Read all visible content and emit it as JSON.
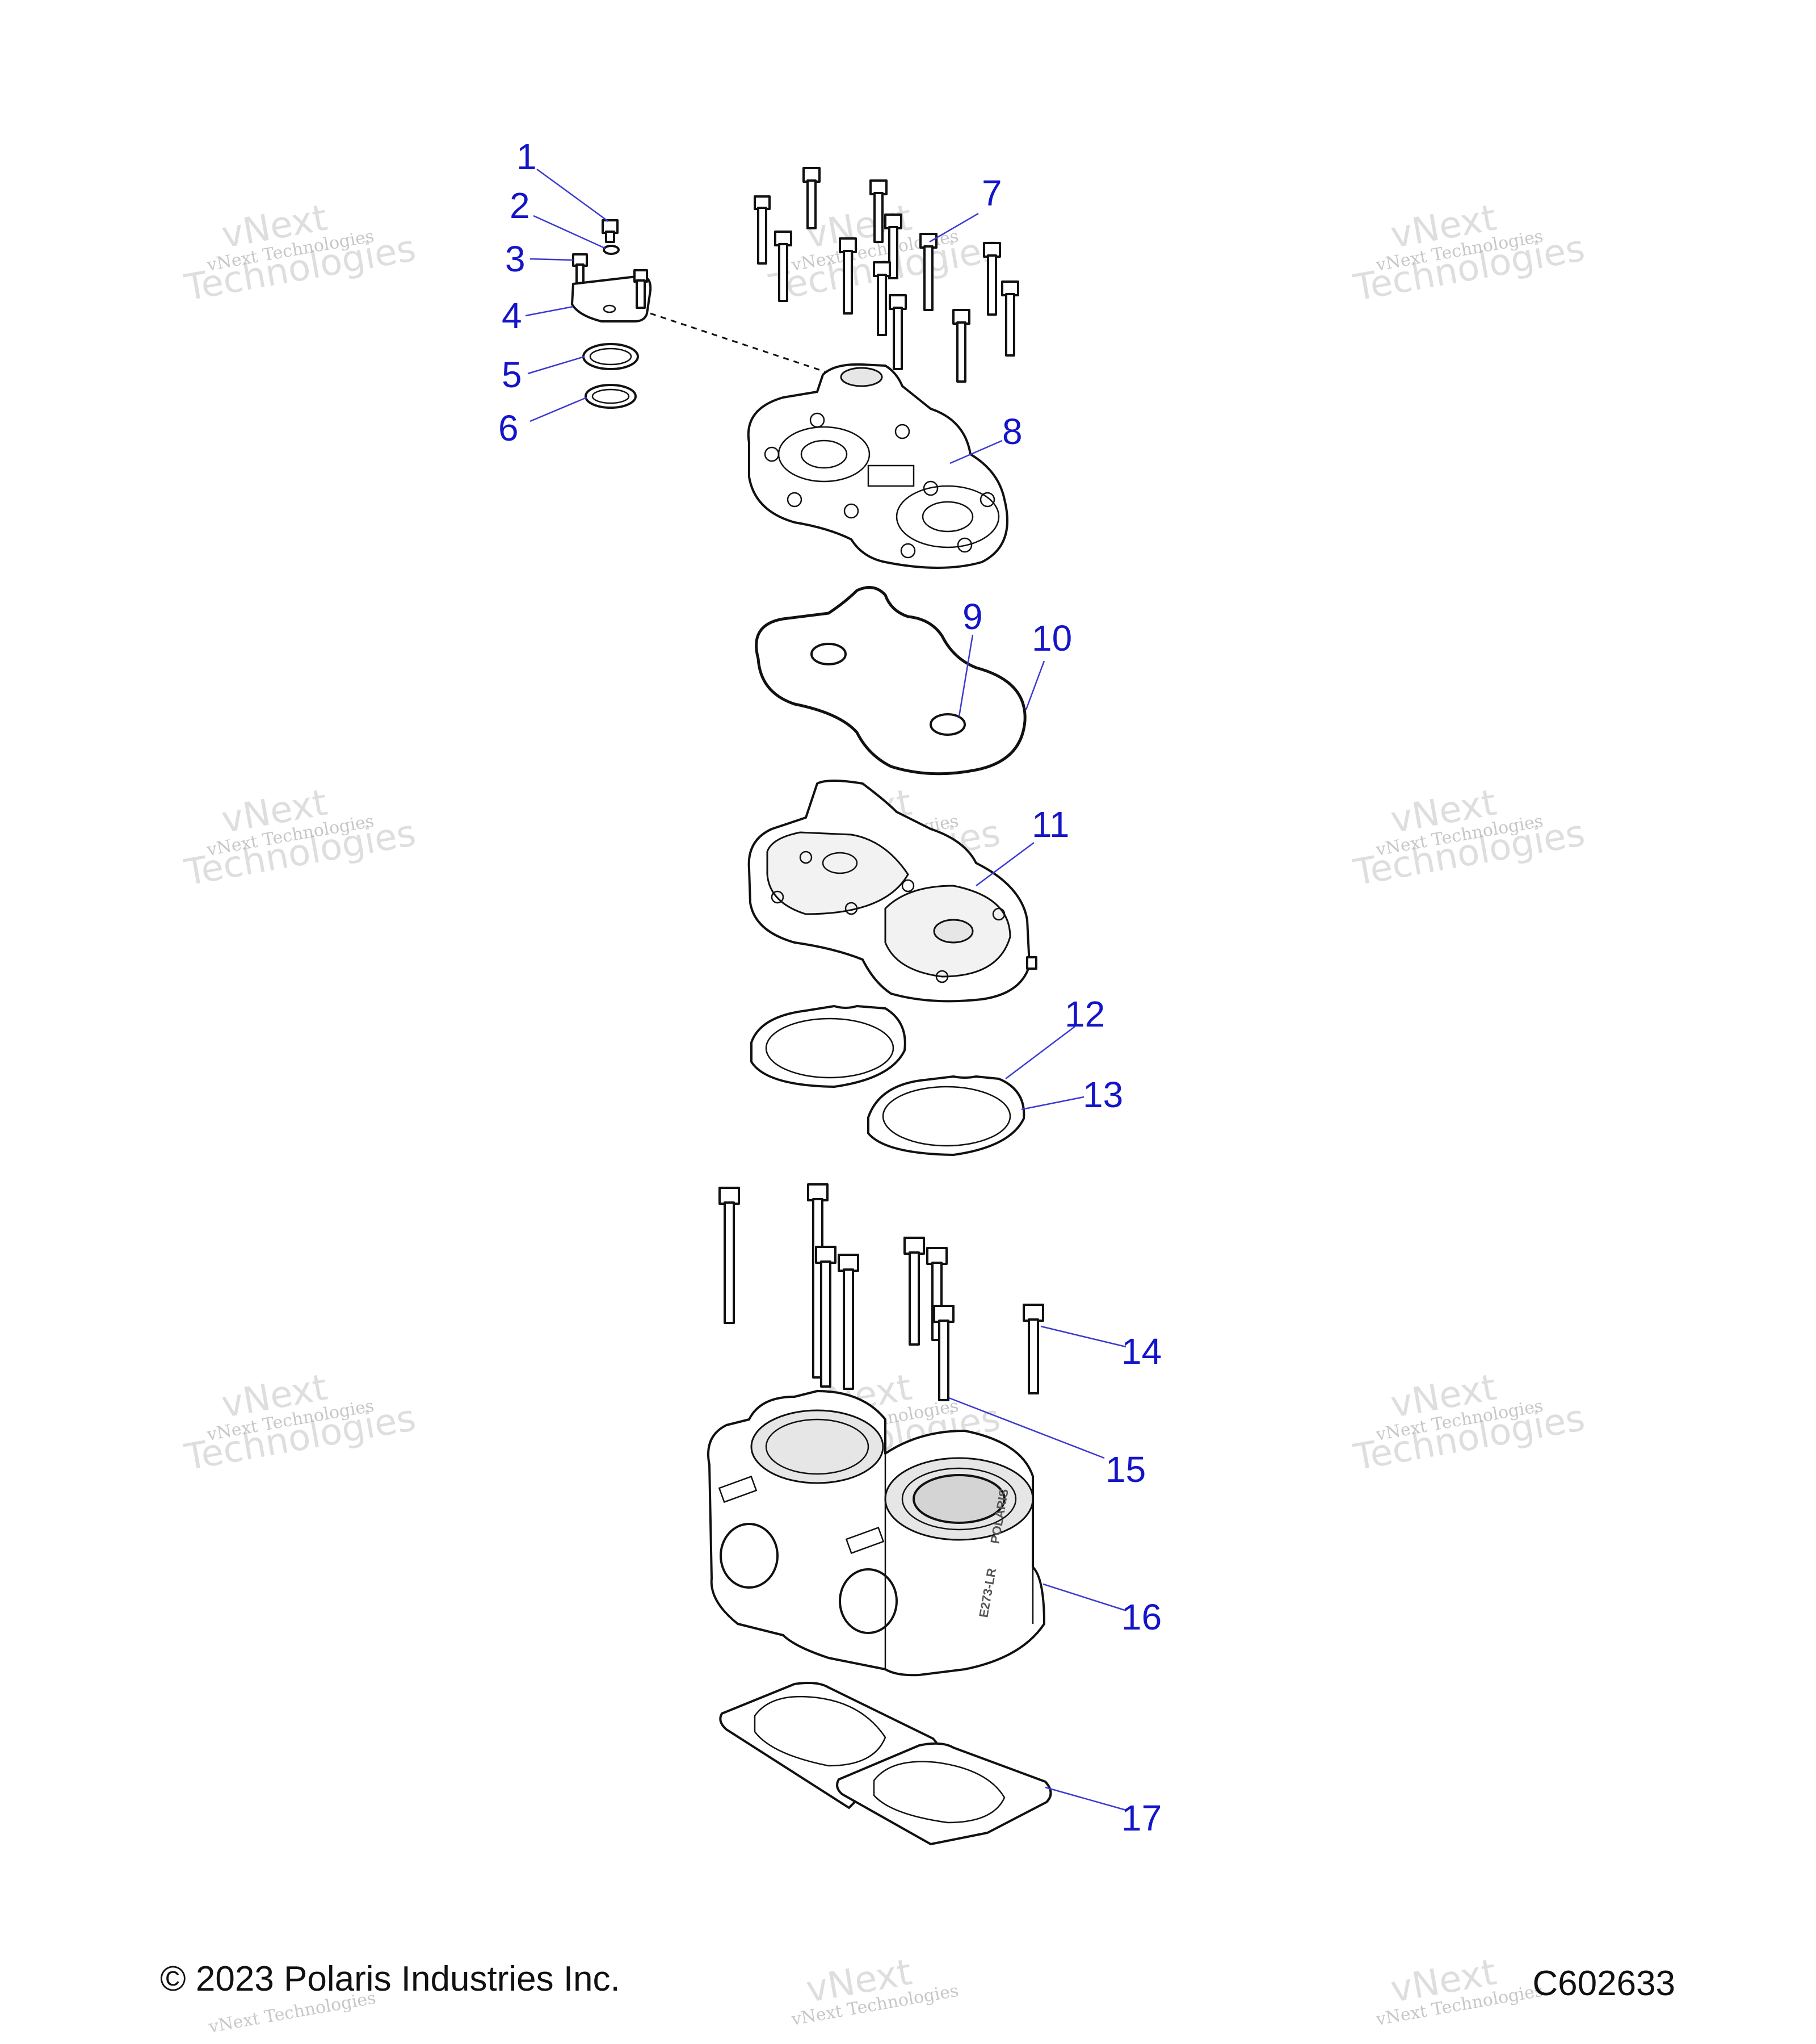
{
  "diagram": {
    "callouts": [
      "1",
      "2",
      "3",
      "4",
      "5",
      "6",
      "7",
      "8",
      "9",
      "10",
      "11",
      "12",
      "13",
      "14",
      "15",
      "16",
      "17"
    ],
    "watermark": {
      "line1": "vNext Technologies",
      "line2": "vNext",
      "line3": "Technologies"
    },
    "casting_mark": "POLARIS",
    "part_stamp": "E273-LR"
  },
  "footer": {
    "copyright": "© 2023 Polaris Industries Inc.",
    "code": "C602633"
  }
}
